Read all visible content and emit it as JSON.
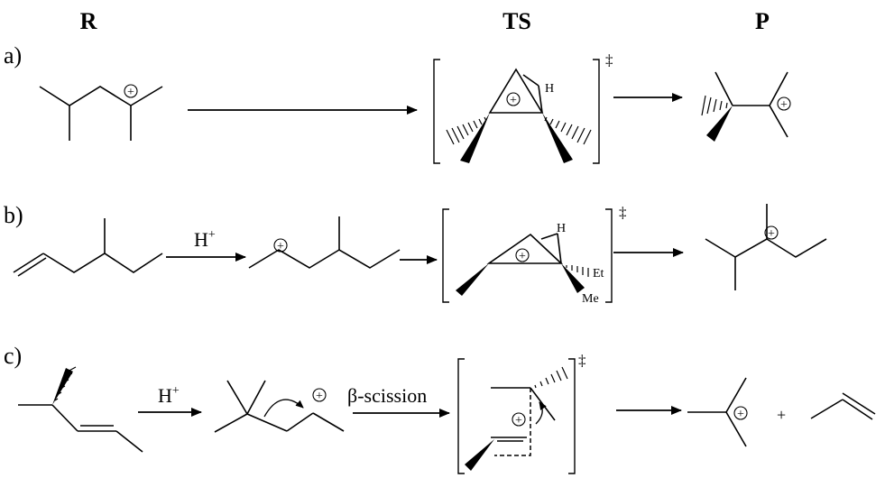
{
  "headers": {
    "reactant": "R",
    "ts": "TS",
    "product": "P"
  },
  "rows": {
    "a": {
      "label": "a)",
      "ts_atom": "H"
    },
    "b": {
      "label": "b)",
      "reagent": "H+",
      "ts_atom": "H",
      "ts_sub1": "Et",
      "ts_sub2": "Me"
    },
    "c": {
      "label": "c)",
      "reagent": "H+",
      "step": "β-scission",
      "plus": "+"
    }
  },
  "symbols": {
    "ts_mark": "‡",
    "charge": "+"
  }
}
